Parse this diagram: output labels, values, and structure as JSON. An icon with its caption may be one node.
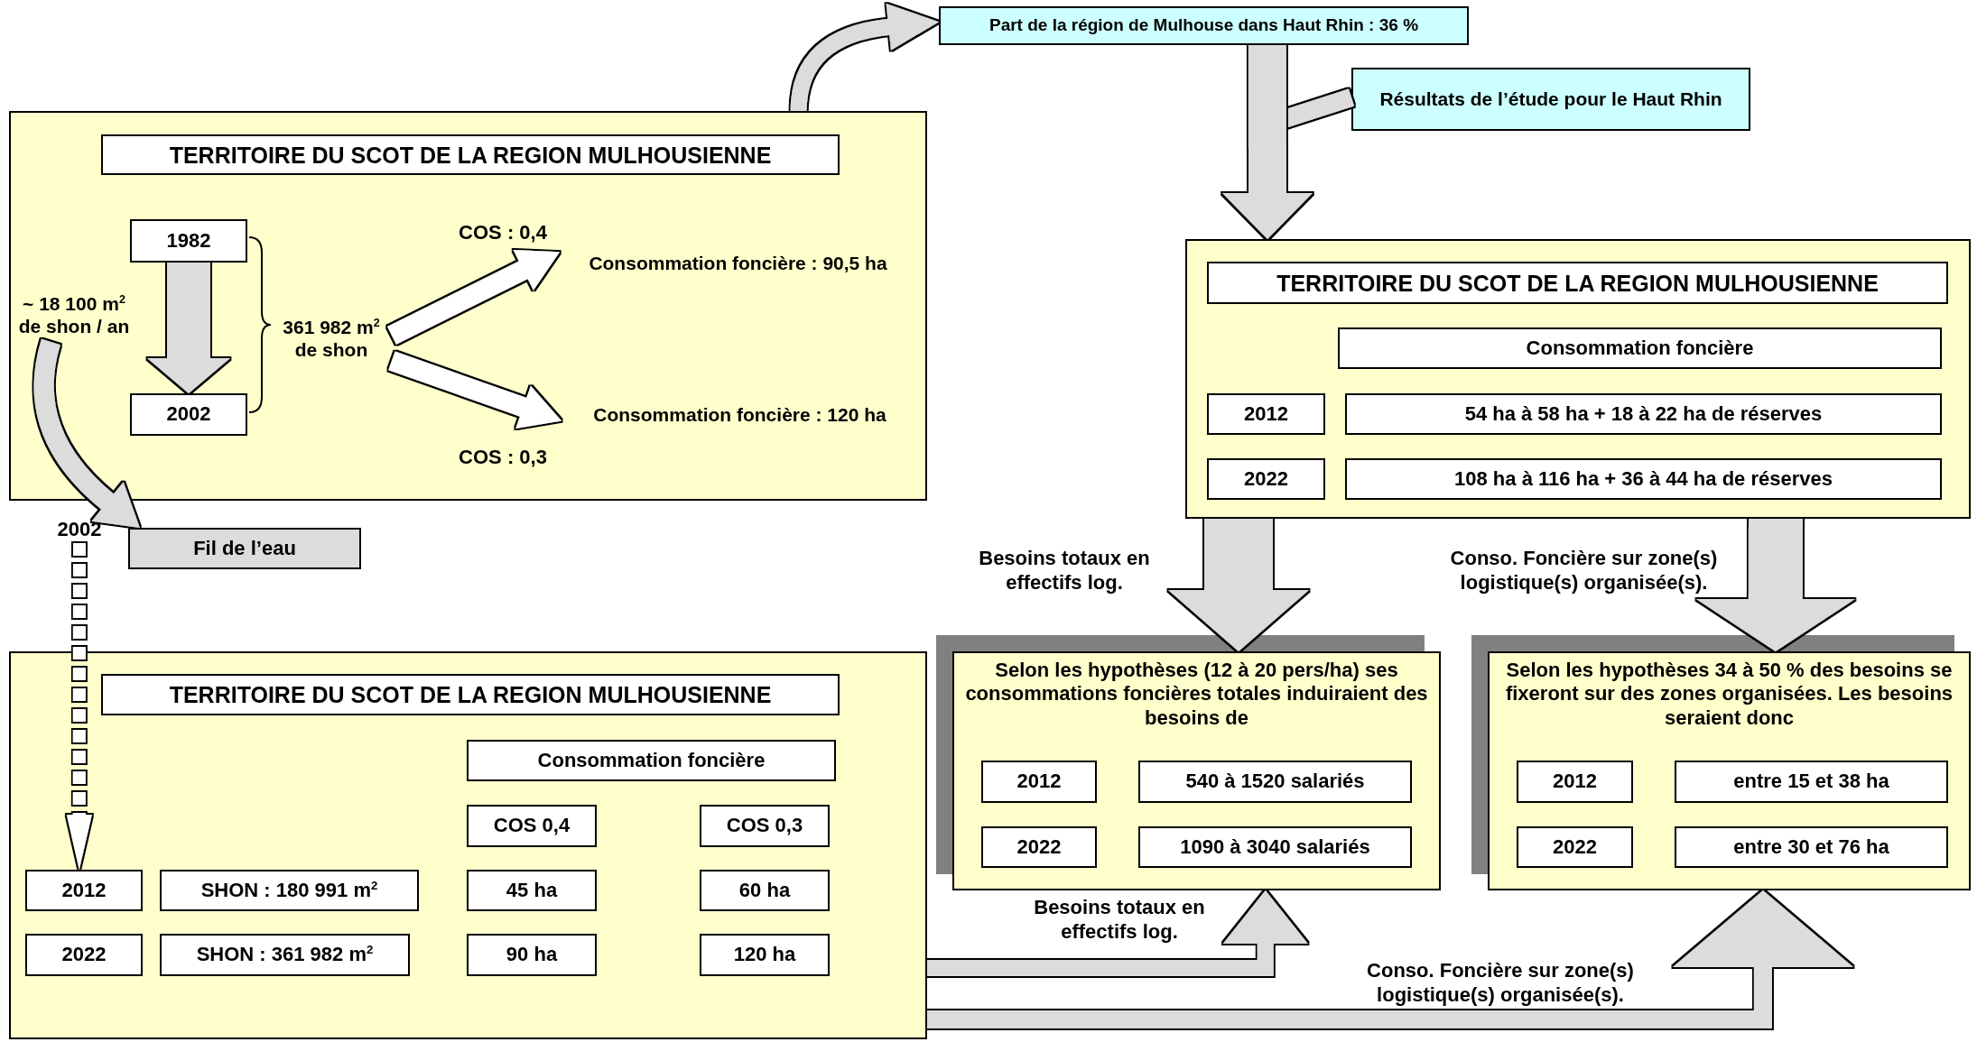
{
  "diagram": {
    "nodes": [
      {
        "text": [
          "Part de la région de Mulhouse dans Haut Rhin : 36 %"
        ]
      },
      {
        "text": [
          "Résultats de l’étude pour le Haut Rhin"
        ]
      },
      {
        "text": [],
        "shape": "box"
      },
      {
        "text": [
          "TERRITOIRE DU SCOT DE LA REGION MULHOUSIENNE"
        ],
        "in": 2
      },
      {
        "text": [
          "1982"
        ],
        "in": 2
      },
      {
        "text": [
          "~ 18 100 m$^{2}$ de shon / an"
        ],
        "in": 2
      },
      {
        "text": [
          "361 982 m$^{2}$ de shon"
        ],
        "in": 2
      },
      {
        "text": [
          "Consommation foncière : 90,5 ha"
        ],
        "in": 2
      },
      {
        "text": [
          "2002"
        ],
        "in": 2
      },
      {
        "text": [
          "Consommation foncière : 120 ha"
        ],
        "in": 2
      },
      {
        "text": [
          "2002"
        ]
      },
      {
        "text": [
          "Fil de l’eau"
        ]
      },
      {
        "text": [],
        "shape": "box"
      },
      {
        "text": [
          "TERRITOIRE DU SCOT DE LA REGION MULHOUSIENNE"
        ],
        "in": 12
      },
      {
        "text": [
          "Consommation foncière"
        ],
        "in": 12
      },
      {
        "text": [
          "2012"
        ],
        "in": 12
      },
      {
        "text": [
          "54 ha à 58 ha + 18 à 22 ha de réserves"
        ],
        "in": 12
      },
      {
        "text": [
          "2022"
        ],
        "in": 12
      },
      {
        "text": [
          "108 ha à 116 ha + 36 à 44 ha de réserves"
        ],
        "in": 12
      },
      {
        "text": [
          "Selon les hypothèses (12 à 20 pers/ha) ses consommations foncières totales induiraient des besoins de"
        ]
      },
      {
        "text": [
          "2012"
        ],
        "in": 19
      },
      {
        "text": [
          "540 à 1520 salariés"
        ],
        "in": 19
      },
      {
        "text": [
          "2022"
        ],
        "in": 19
      },
      {
        "text": [
          "1090 à 3040 salariés"
        ],
        "in": 19
      },
      {
        "text": [
          "Selon les hypothèses 34 à 50 % des besoins se fixeront sur des zones organisées. Les besoins seraient donc"
        ]
      },
      {
        "text": [
          "2012"
        ],
        "in": 24
      },
      {
        "text": [
          "entre 15 et 38 ha"
        ],
        "in": 24
      },
      {
        "text": [
          "2022"
        ],
        "in": 24
      },
      {
        "text": [
          "entre 30 et 76 ha"
        ],
        "in": 24
      },
      {
        "text": [],
        "shape": "box"
      },
      {
        "text": [
          "TERRITOIRE DU SCOT DE LA REGION MULHOUSIENNE"
        ],
        "in": 29
      },
      {
        "text": [
          "Consommation foncière"
        ],
        "in": 29
      },
      {
        "text": [
          "COS 0,4"
        ],
        "in": 29
      },
      {
        "text": [
          "COS 0,3"
        ],
        "in": 29
      },
      {
        "text": [
          "2012"
        ],
        "in": 29
      },
      {
        "text": [
          "SHON : 180 991 m$^{2}$"
        ],
        "in": 29
      },
      {
        "text": [
          "45 ha"
        ],
        "in": 29
      },
      {
        "text": [
          "60 ha"
        ],
        "in": 29
      },
      {
        "text": [
          "2022"
        ],
        "in": 29
      },
      {
        "text": [
          "SHON : 361 982 m$^{2}$"
        ],
        "in": 29
      },
      {
        "text": [
          "90 ha"
        ],
        "in": 29
      },
      {
        "text": [
          "120 ha"
        ],
        "in": 29
      }
    ],
    "edges": [
      {
        "from": 2,
        "to": 0,
        "arrow": "to"
      },
      {
        "from": 0,
        "to": 12,
        "arrow": "to",
        "style": "thick"
      },
      {
        "from": 1,
        "to": 12,
        "arrow": "to"
      },
      {
        "from": 4,
        "to": 8,
        "arrow": "to",
        "style": "thick"
      },
      {
        "from": 6,
        "to": 7,
        "arrow": "to",
        "label": "COS : 0,4",
        "color": "#ffffff"
      },
      {
        "from": 6,
        "to": 9,
        "arrow": "to",
        "label": "COS : 0,3",
        "color": "#ffffff"
      },
      {
        "from": 5,
        "to": 11,
        "arrow": "to"
      },
      {
        "from": 10,
        "to": 34,
        "arrow": "to",
        "style": "dashed",
        "color": "#ffffff"
      },
      {
        "from": 12,
        "to": 19,
        "arrow": "to",
        "style": "thick",
        "label": "Besoins totaux en effectifs log."
      },
      {
        "from": 12,
        "to": 24,
        "arrow": "to",
        "style": "thick",
        "label": "Conso. Foncière sur zone(s) logistique(s) organisée(s)."
      },
      {
        "from": 29,
        "to": 19,
        "arrow": "to",
        "label": "Besoins totaux en effectifs log."
      },
      {
        "from": 29,
        "to": 24,
        "arrow": "to",
        "label": "Conso. Foncière sur zone(s) logistique(s) organisée(s)."
      }
    ]
  }
}
